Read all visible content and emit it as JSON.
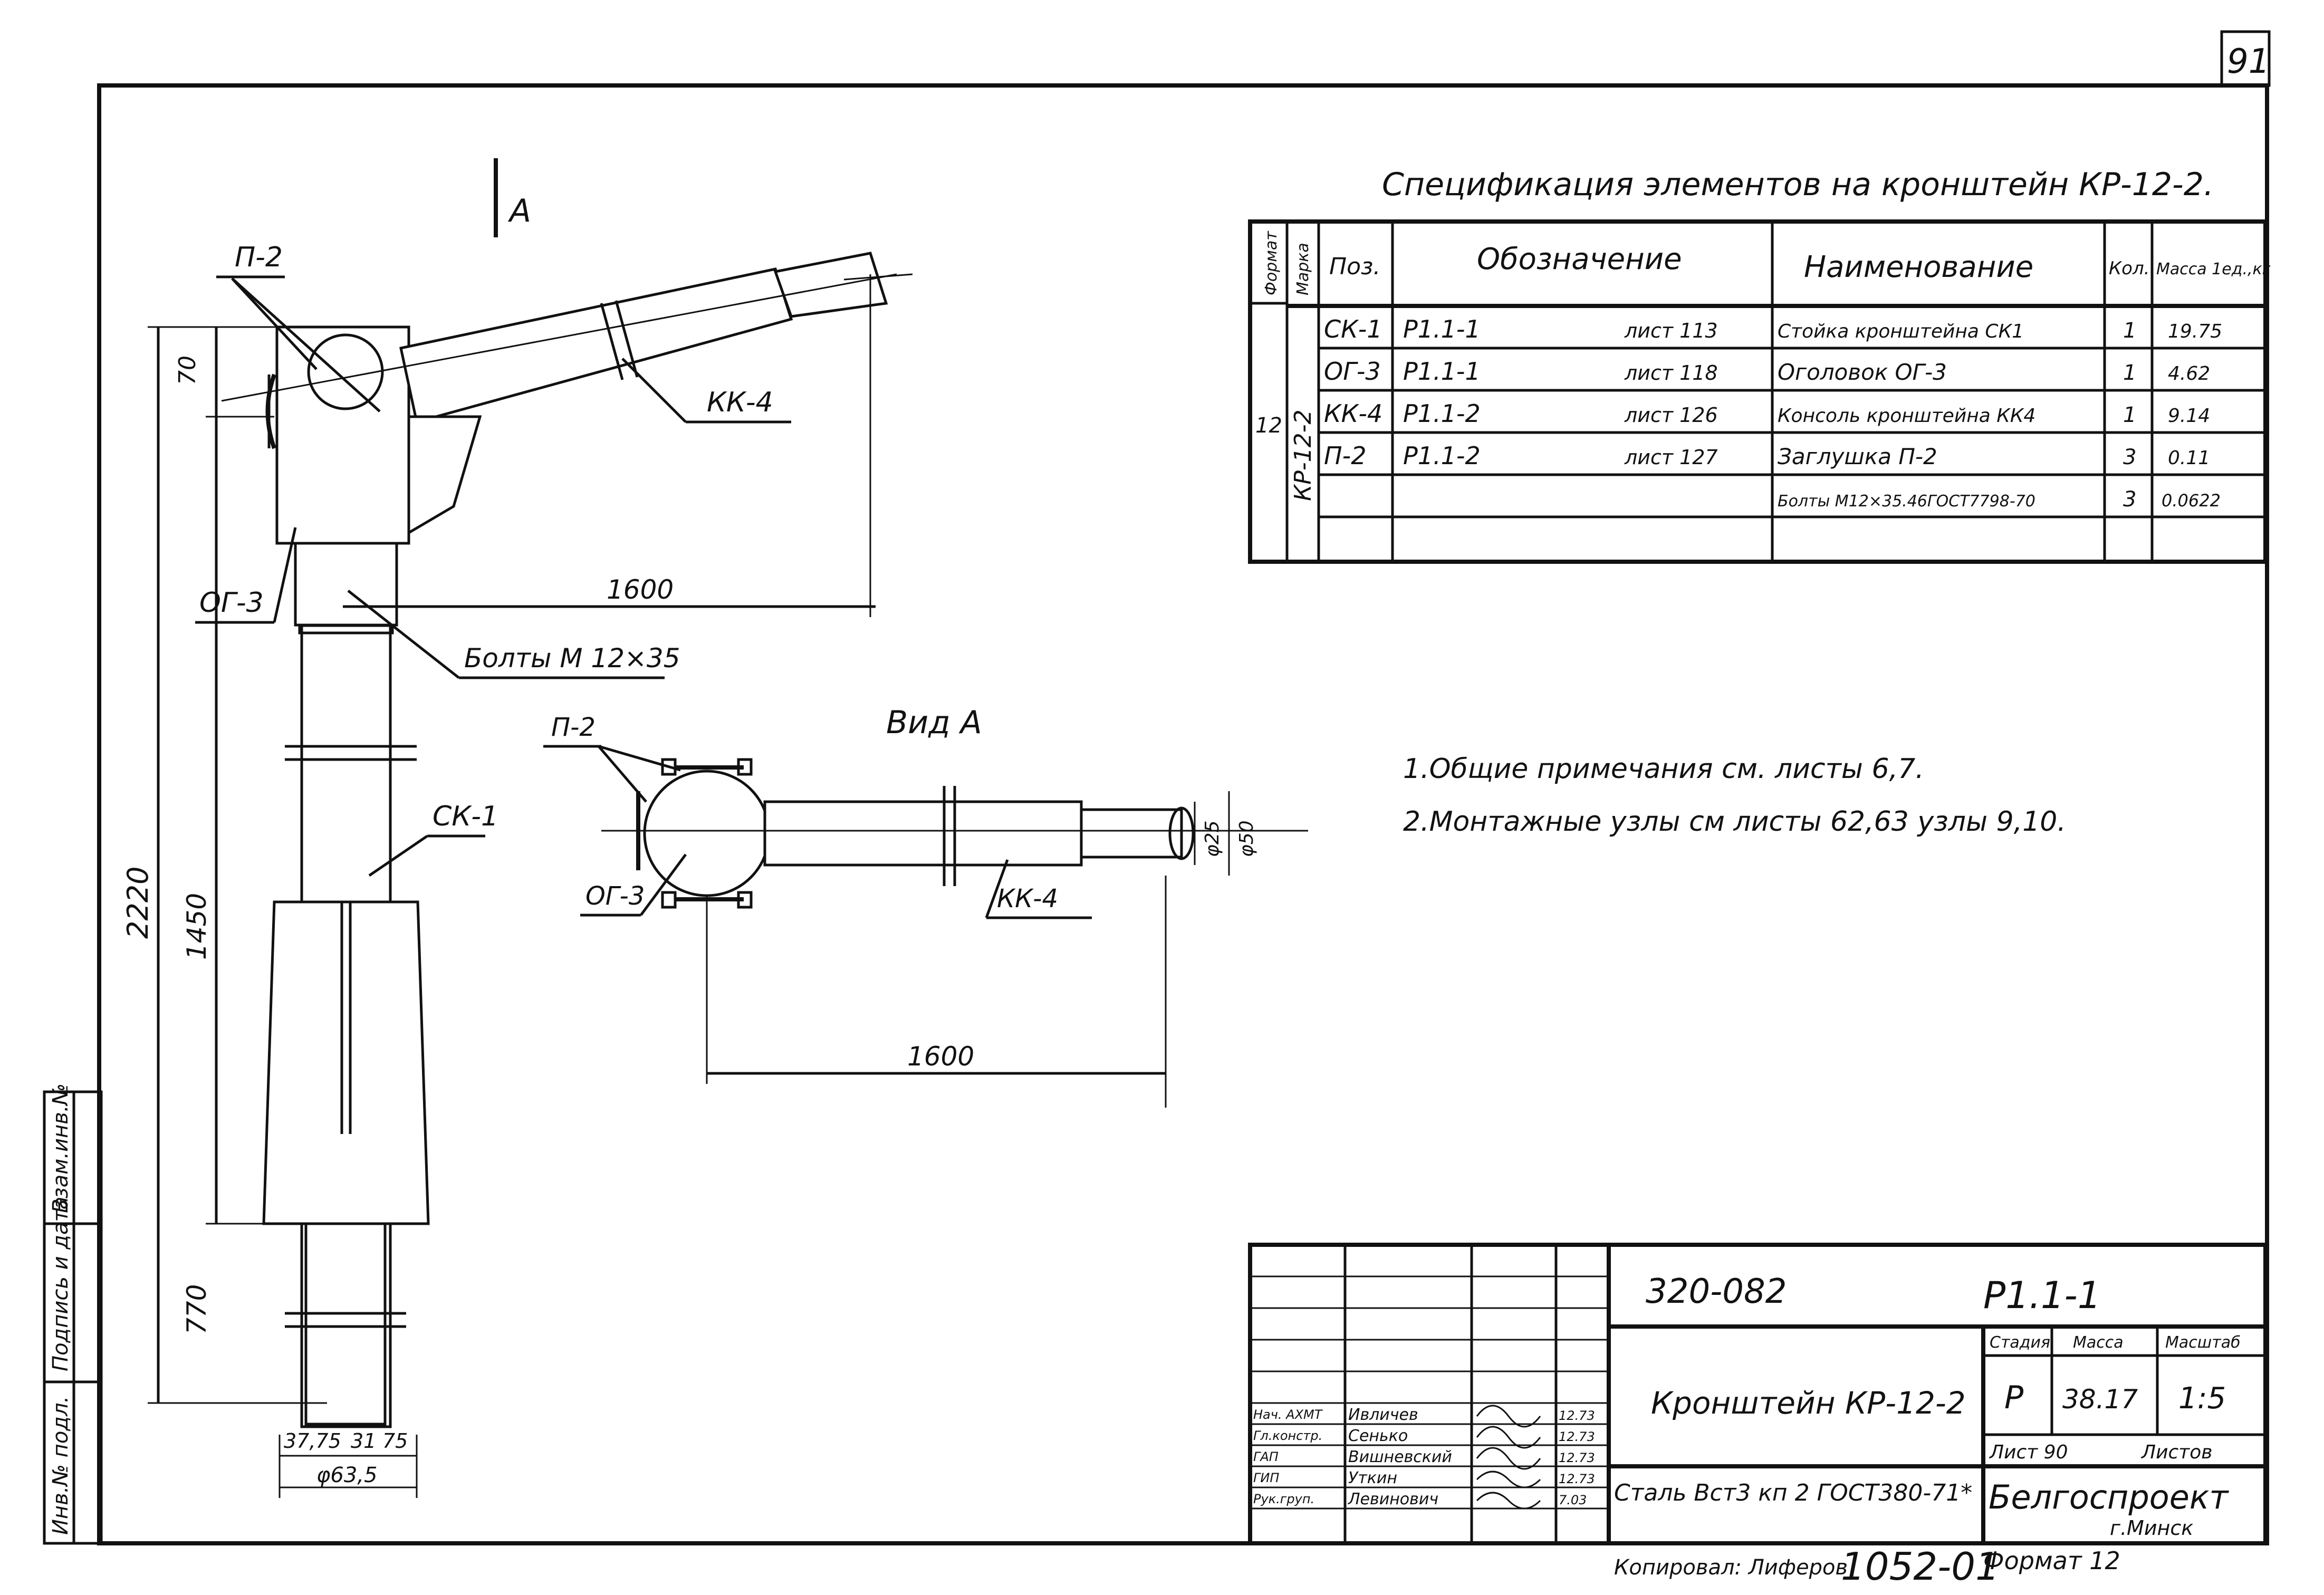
{
  "sheet_number": "91",
  "spec": {
    "title": "Спецификация элементов на кронштейн КР-12-2.",
    "headers": {
      "format": "Формат",
      "mark": "Марка",
      "pos": "Поз.",
      "designation": "Обозначение",
      "name": "Наименование",
      "qty": "Кол.",
      "mass": "Масса 1ед.,кг"
    },
    "format_value": "12",
    "mark_value": "КР-12-2",
    "rows": [
      {
        "pos": "СК-1",
        "code": "Р1.1-1",
        "sheet": "лист 113",
        "name": "Стойка кронштейна СК1",
        "qty": "1",
        "mass": "19.75"
      },
      {
        "pos": "ОГ-3",
        "code": "Р1.1-1",
        "sheet": "лист 118",
        "name": "Оголовок ОГ-3",
        "qty": "1",
        "mass": "4.62"
      },
      {
        "pos": "КК-4",
        "code": "Р1.1-2",
        "sheet": "лист 126",
        "name": "Консоль кронштейна КК4",
        "qty": "1",
        "mass": "9.14"
      },
      {
        "pos": "П-2",
        "code": "Р1.1-2",
        "sheet": "лист 127",
        "name": "Заглушка П-2",
        "qty": "3",
        "mass": "0.11"
      },
      {
        "pos": "",
        "code": "",
        "sheet": "",
        "name": "Болты М12×35.46ГОСТ7798-70",
        "qty": "3",
        "mass": "0.0622"
      }
    ]
  },
  "notes": [
    "1.Общие примечания см. листы 6,7.",
    "2.Монтажные узлы см листы 62,63 узлы 9,10."
  ],
  "main_view": {
    "section_mark": "А",
    "labels": {
      "p2": "П-2",
      "og3": "ОГ-3",
      "kk4": "КК-4",
      "ck1": "СК-1",
      "bolts": "Болты М 12×35"
    },
    "dims": {
      "d70": "70",
      "d1600": "1600",
      "d1450": "1450",
      "d2220": "2220",
      "d770": "770",
      "d37_75a": "37,75",
      "d31": "31",
      "d75b": "75",
      "phi": "φ63,5"
    }
  },
  "view_a": {
    "title": "Вид А",
    "labels": {
      "p2": "П-2",
      "og3": "ОГ-3",
      "kk4": "КК-4"
    },
    "dims": {
      "d1600": "1600",
      "d25": "φ25",
      "d50": "φ50"
    }
  },
  "side_stamp": [
    "Инв.№ подл.",
    "Подпись и дата",
    "Взам.инв.№"
  ],
  "title_block": {
    "doc_code": "320-082",
    "series": "Р1.1-1",
    "item_name": "Кронштейн КР-12-2",
    "material": "Сталь Вст3 кп 2 ГОСТ380-71*",
    "stage_header": "Стадия",
    "mass_header": "Масса",
    "scale_header": "Масштаб",
    "stage": "Р",
    "mass": "38.17",
    "scale": "1:5",
    "sheet_info": "Лист 90",
    "sheets_info": "Листов",
    "org": "Белгоспроект",
    "city": "г.Минск",
    "people": [
      {
        "role": "Нач. АХМТ",
        "name": "Ивличев",
        "date": "12.73"
      },
      {
        "role": "Гл.констр.",
        "name": "Сенько",
        "date": "12.73"
      },
      {
        "role": "ГАП",
        "name": "Вишневский",
        "date": "12.73"
      },
      {
        "role": "ГИП",
        "name": "Уткин",
        "date": "12.73"
      },
      {
        "role": "Рук.груп.",
        "name": "Левинович",
        "date": "7.03"
      }
    ],
    "copied": "Копировал: Лиферов",
    "inventory": "1052-01",
    "format": "Формат 12"
  }
}
